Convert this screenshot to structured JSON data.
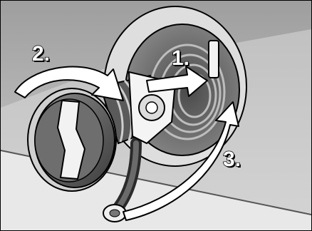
{
  "illustration": {
    "steps": [
      {
        "number": "1."
      },
      {
        "number": "2."
      },
      {
        "number": "3."
      }
    ],
    "colors": {
      "background": "#bdbdbd",
      "panel_light": "#e6e6e6",
      "outline": "#000000",
      "arrow_fill": "#ffffff"
    }
  }
}
